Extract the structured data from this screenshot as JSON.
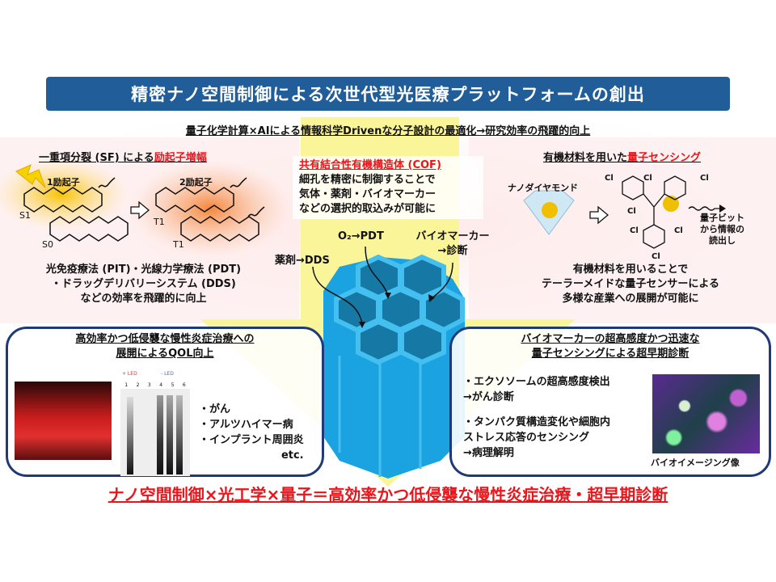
{
  "title": "精密ナノ空間制御による次世代型光医療プラットフォームの創出",
  "subtitle": "量子化学計算×AIによる情報科学Drivenな分子設計の最適化→研究効率の飛躍的向上",
  "sf": {
    "heading_prefix": "一重項分裂 (SF) による",
    "heading_highlight": "励起子増幅",
    "label_one": "1励起子",
    "label_two": "2励起子",
    "s1": "S1",
    "s0": "S0",
    "t1a": "T1",
    "t1b": "T1",
    "desc": [
      "光免疫療法 (PIT)・光線力学療法 (PDT)",
      "・ドラッグデリバリーシステム (DDS)",
      "などの効率を飛躍的に向上"
    ]
  },
  "cof": {
    "heading": "共有結合性有機構造体 (COF)",
    "lines": [
      "細孔を精密に制御することで",
      "気体・薬剤・バイオマーカー",
      "などの選択的取込みが可能に"
    ],
    "label_o2": "O₂→PDT",
    "label_drug": "薬剤→DDS",
    "label_bio": [
      "バイオマーカー",
      "→診断"
    ]
  },
  "quantum": {
    "heading_prefix": "有機材料を用いた",
    "heading_highlight": "量子センシング",
    "nanodiamond": "ナノダイヤモンド",
    "cl": "Cl",
    "readout": [
      "量子ビット",
      "から情報の",
      "読出し"
    ],
    "desc": [
      "有機材料を用いることで",
      "テーラーメイドな量子センサーによる",
      "多様な産業への展開が可能に"
    ]
  },
  "left_panel": {
    "heading": [
      "高効率かつ低侵襲な慢性炎症治療への",
      "展開によるQOL向上"
    ],
    "gel_plus": "+ LED",
    "gel_minus": "- LED",
    "lanes": [
      "1",
      "2",
      "3",
      "4",
      "5",
      "6"
    ],
    "items": [
      "・がん",
      "・アルツハイマー病",
      "・インプラント周囲炎"
    ],
    "etc": "etc."
  },
  "right_panel": {
    "heading": [
      "バイオマーカーの超高感度かつ迅速な",
      "量子センシングによる超早期診断"
    ],
    "items": [
      "・エクソソームの超高感度検出",
      "→がん診断",
      "・タンパク質構造変化や細胞内",
      "ストレス応答のセンシング",
      "→病理解明"
    ],
    "image_caption": "バイオイメージング像"
  },
  "conclusion": "ナノ空間制御×光工学×量子＝高効率かつ低侵襲な慢性炎症治療・超早期診断",
  "colors": {
    "title_bg": "#215e99",
    "accent_red": "#e8151b",
    "cof_blue": "#1aa3e0",
    "arrow_yellow": "#fbf59a",
    "panel_border": "#1f3a78"
  }
}
